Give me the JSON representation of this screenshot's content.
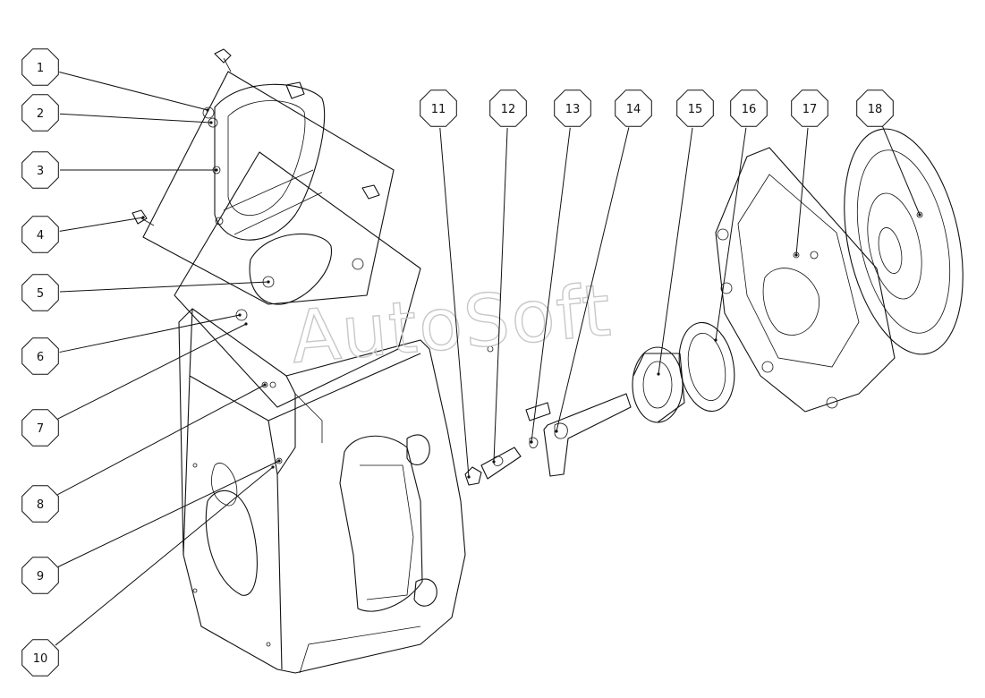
{
  "watermark": "AutoSoft",
  "callouts": [
    {
      "id": "1",
      "label": "1"
    },
    {
      "id": "2",
      "label": "2"
    },
    {
      "id": "3",
      "label": "3"
    },
    {
      "id": "4",
      "label": "4"
    },
    {
      "id": "5",
      "label": "5"
    },
    {
      "id": "6",
      "label": "6"
    },
    {
      "id": "7",
      "label": "7"
    },
    {
      "id": "8",
      "label": "8"
    },
    {
      "id": "9",
      "label": "9"
    },
    {
      "id": "10",
      "label": "10"
    },
    {
      "id": "11",
      "label": "11"
    },
    {
      "id": "12",
      "label": "12"
    },
    {
      "id": "13",
      "label": "13"
    },
    {
      "id": "14",
      "label": "14"
    },
    {
      "id": "15",
      "label": "15"
    },
    {
      "id": "16",
      "label": "16"
    },
    {
      "id": "17",
      "label": "17"
    },
    {
      "id": "18",
      "label": "18"
    }
  ]
}
